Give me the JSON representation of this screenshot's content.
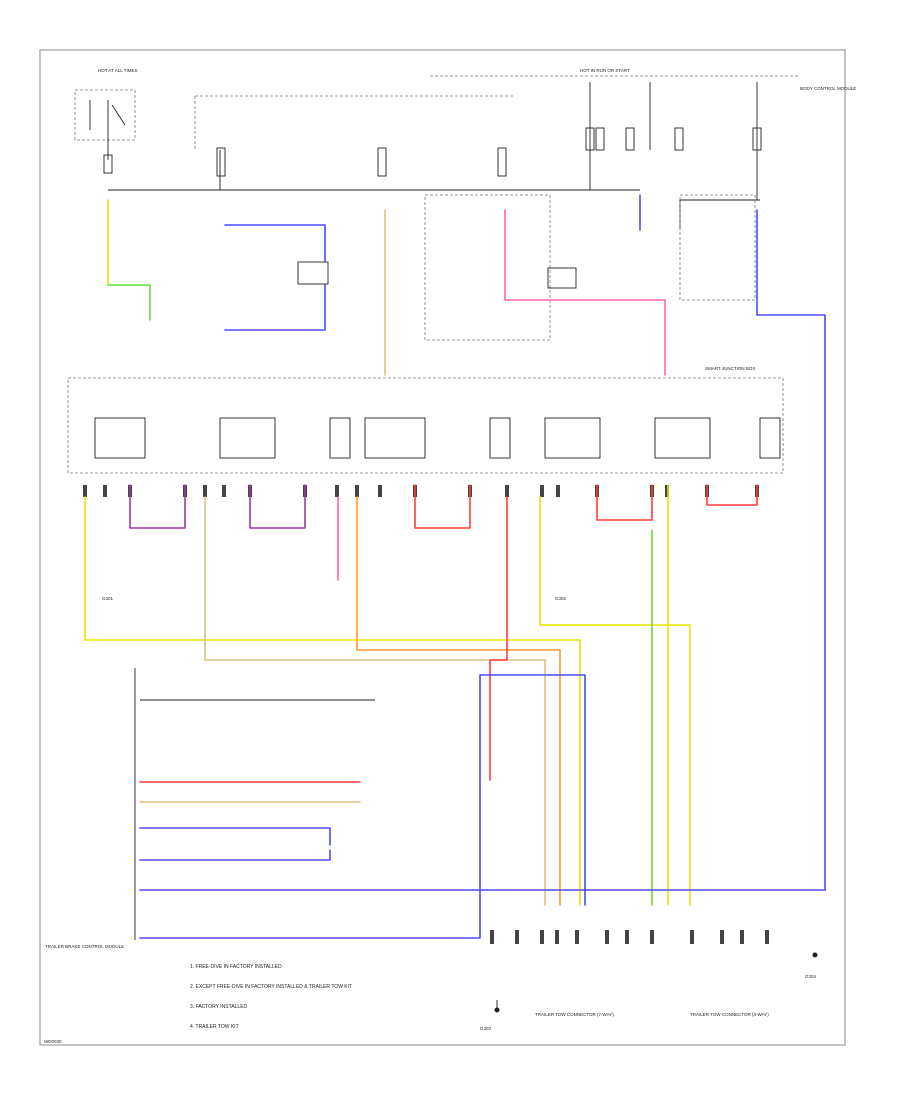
{
  "diagram": {
    "footer_code": "WD0030",
    "colors": {
      "blue": "#4b4bff",
      "red": "#ff3b3b",
      "yellow": "#e6e600",
      "green": "#66dd33",
      "orange": "#ff9933",
      "tan": "#e0c080",
      "pink": "#ff66aa",
      "violet": "#9a3aa0",
      "gray": "#bbbbbb",
      "black": "#222222"
    },
    "modules": {
      "fuse_box_left": "HOT AT ALL TIMES",
      "fuse_box_right": "HOT IN RUN OR START",
      "central_module": "SMART JUNCTION BOX",
      "right_note": "BODY CONTROL MODULE",
      "trailer_module": "TRAILER BRAKE CONTROL MODULE"
    },
    "notes": [
      "1. FREE-DIVE IN FACTORY INSTALLED",
      "2. EXCEPT FREE-DIVE IN FACTORY INSTALLED & TRAILER TOW KIT",
      "3. FACTORY INSTALLED",
      "4. TRAILER TOW KIT"
    ],
    "ground_labels": [
      "G301",
      "G302",
      "G303",
      "G304"
    ],
    "connector_labels": [
      "TRAILER TOW CONNECTOR (7-WAY)",
      "TRAILER TOW CONNECTOR (4-WAY)"
    ]
  }
}
